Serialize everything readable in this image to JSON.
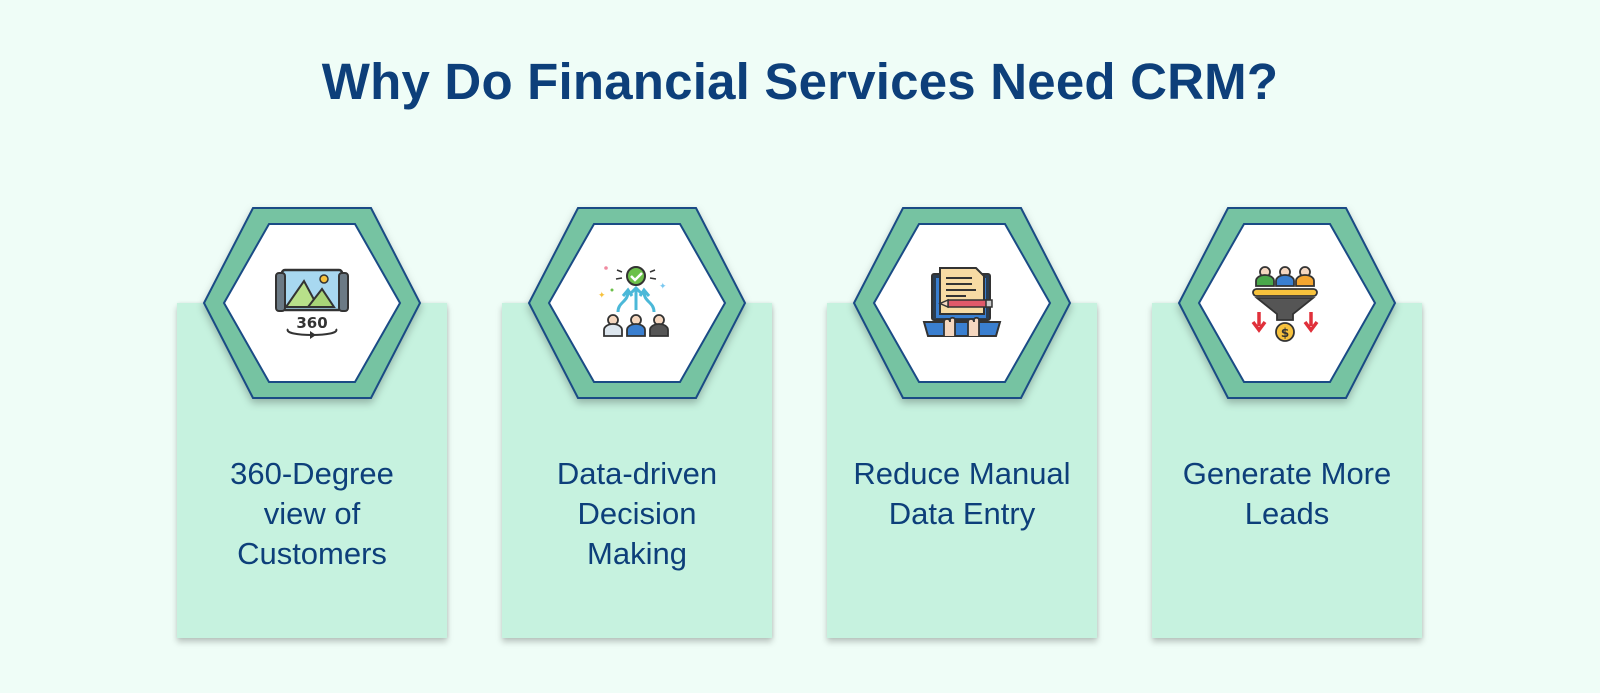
{
  "title": "Why Do Financial Services Need CRM?",
  "colors": {
    "background": "#effdf7",
    "card": "#c6f2df",
    "hex_outer": "#76c3a2",
    "hex_border": "#1a4b85",
    "hex_inner": "#ffffff",
    "text": "#0d3f7a"
  },
  "cards": [
    {
      "label": "360-Degree\nview of\nCustomers",
      "icon": "360-panorama-icon"
    },
    {
      "label": "Data-driven\nDecision\nMaking",
      "icon": "team-decision-icon"
    },
    {
      "label": "Reduce Manual\nData Entry",
      "icon": "laptop-document-typing-icon"
    },
    {
      "label": "Generate More\nLeads",
      "icon": "lead-funnel-icon"
    }
  ]
}
